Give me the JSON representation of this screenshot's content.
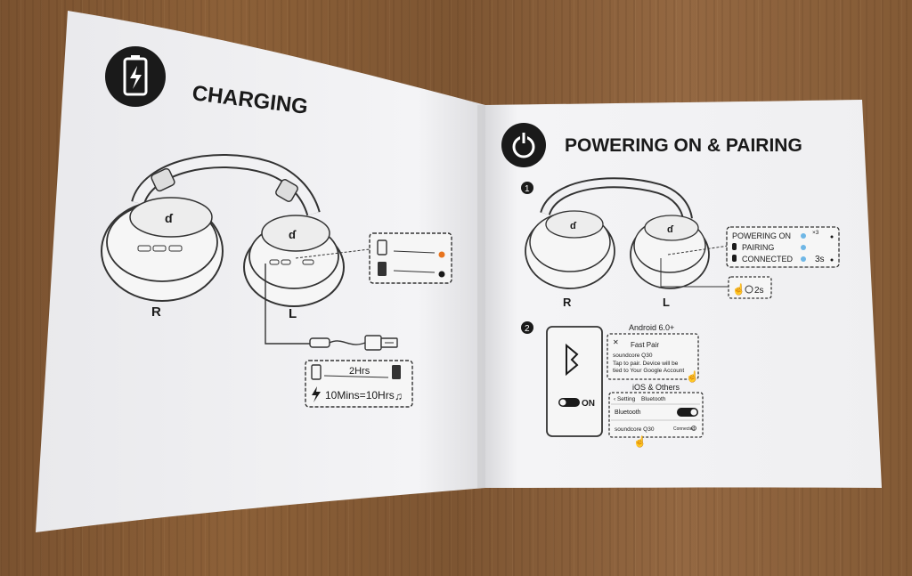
{
  "left_page": {
    "title": "CHARGING",
    "label_right": "R",
    "label_left": "L",
    "time_full": "2Hrs",
    "quick_charge": "10Mins=10Hrs",
    "icon": "battery-charging-icon"
  },
  "right_page": {
    "title": "POWERING ON & PAIRING",
    "step1": "1",
    "step2": "2",
    "label_right": "R",
    "label_left": "L",
    "status": {
      "powering_on": "POWERING ON",
      "times": "×3",
      "pairing": "PAIRING",
      "connected": "CONNECTED",
      "connected_time": "3s",
      "hold_time": "2s"
    },
    "phone_on": "ON",
    "android": {
      "heading": "Android 6.0+",
      "fast_pair": "Fast Pair",
      "device": "soundcore Q30",
      "note_line1": "Tap to pair. Device will be",
      "note_line2": "tied to Your Google Account"
    },
    "ios": {
      "heading": "iOS & Others",
      "back": "‹ Setting",
      "screen": "Bluetooth",
      "bluetooth": "Bluetooth",
      "device": "soundcore Q30",
      "connected": "Connected"
    },
    "icon": "power-icon"
  },
  "colors": {
    "wood": "#835a35",
    "paper": "#f3f3f5",
    "ink": "#1a1a1a",
    "orange_led": "#e8741e",
    "blue_led": "#6fb7e6"
  }
}
